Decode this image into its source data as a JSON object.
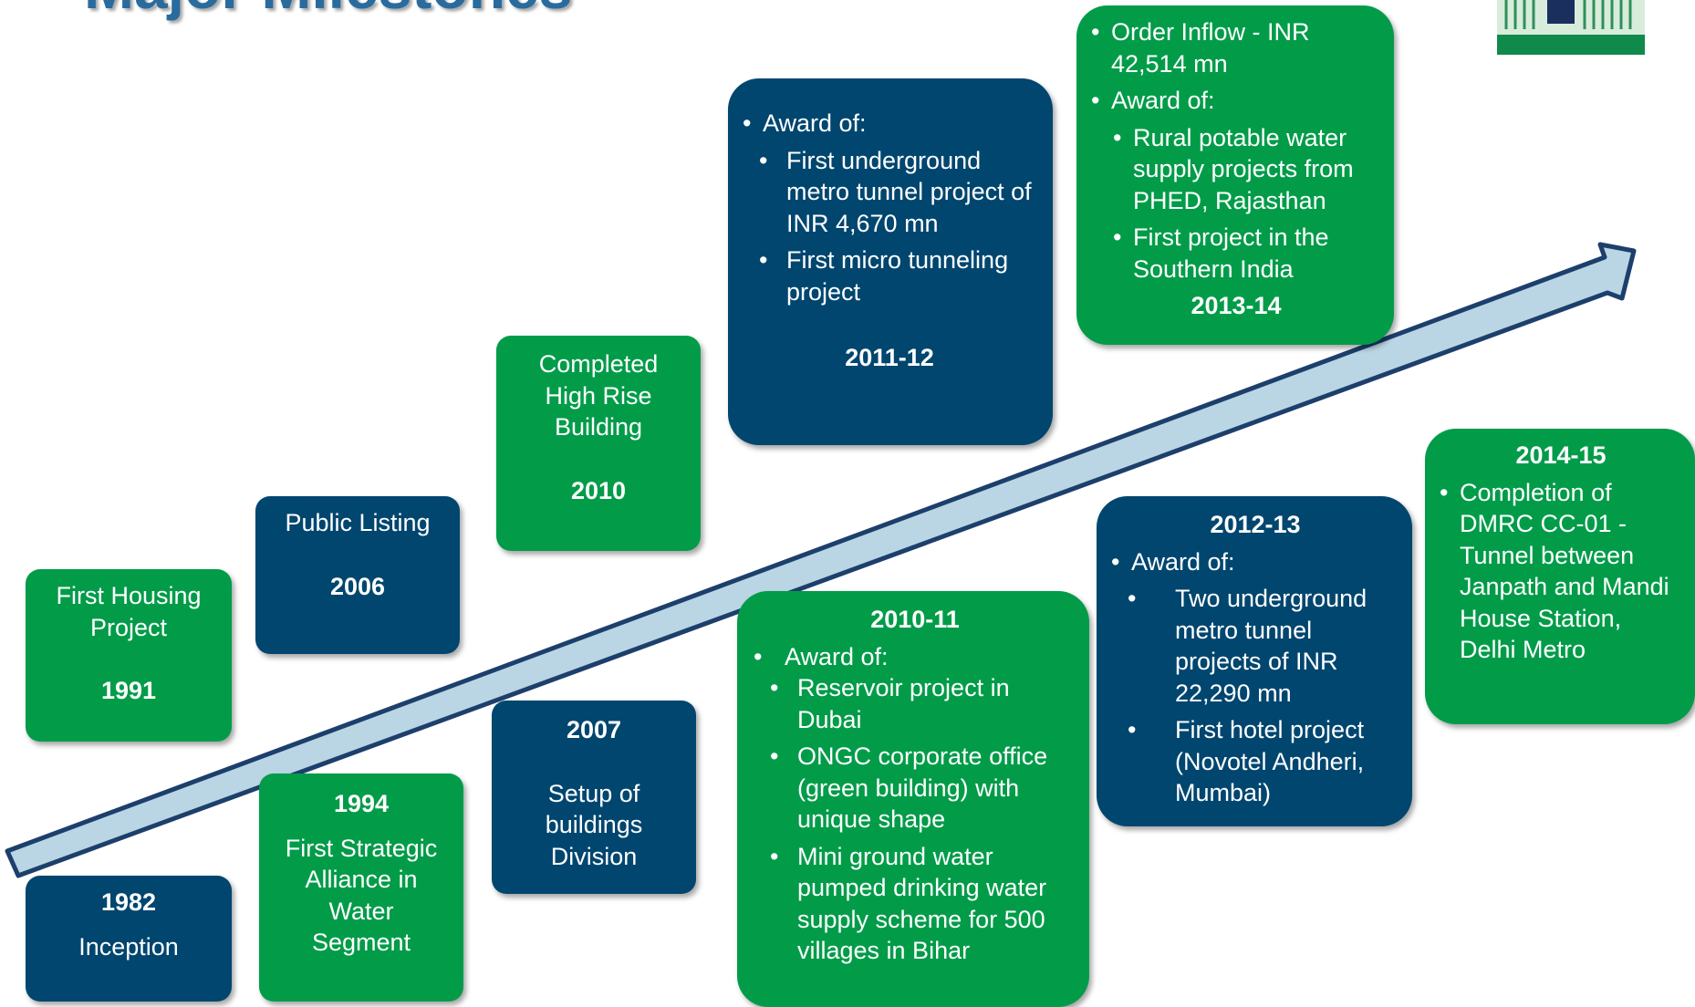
{
  "title": "Major Milestones",
  "colors": {
    "green": "#029c49",
    "navy": "#00466f",
    "arrow_fill": "#bad6e4",
    "arrow_stroke": "#1d3f6c",
    "title": "#2a6b9e"
  },
  "logo": {
    "icon": "building-logo-icon"
  },
  "milestones": {
    "m1982": {
      "year": "1982",
      "text": "Inception"
    },
    "m1991": {
      "line1": "First Housing",
      "line2": "Project",
      "year": "1991"
    },
    "m1994": {
      "year": "1994",
      "line1": "First Strategic",
      "line2": "Alliance in",
      "line3": "Water",
      "line4": "Segment"
    },
    "m2006": {
      "text": "Public Listing",
      "year": "2006"
    },
    "m2007": {
      "year": "2007",
      "line1": "Setup of",
      "line2": "buildings",
      "line3": "Division"
    },
    "m2010": {
      "line1": "Completed",
      "line2": "High Rise",
      "line3": "Building",
      "year": "2010"
    },
    "m2010_11": {
      "year": "2010-11",
      "heading": "Award of:",
      "items": [
        "Reservoir project in Dubai",
        "ONGC corporate office (green building) with unique shape",
        "Mini ground water pumped drinking water supply scheme for 500 villages in Bihar"
      ]
    },
    "m2011_12": {
      "heading": "Award of:",
      "items": [
        "First underground metro tunnel project of INR 4,670 mn",
        "First micro tunneling project"
      ],
      "year": "2011-12"
    },
    "m2012_13": {
      "year": "2012-13",
      "heading": "Award of:",
      "items": [
        "Two underground metro tunnel projects of INR 22,290 mn",
        "First hotel project (Novotel Andheri, Mumbai)"
      ]
    },
    "m2013_14": {
      "bullet1": "Order Inflow - INR 42,514 mn",
      "bullet2": "Award of:",
      "items": [
        "Rural potable water supply projects from PHED, Rajasthan",
        "First project in the Southern India"
      ],
      "year": "2013-14"
    },
    "m2014_15": {
      "year": "2014-15",
      "bullet": "Completion of DMRC CC-01 - Tunnel between Janpath and Mandi House Station, Delhi Metro"
    }
  }
}
